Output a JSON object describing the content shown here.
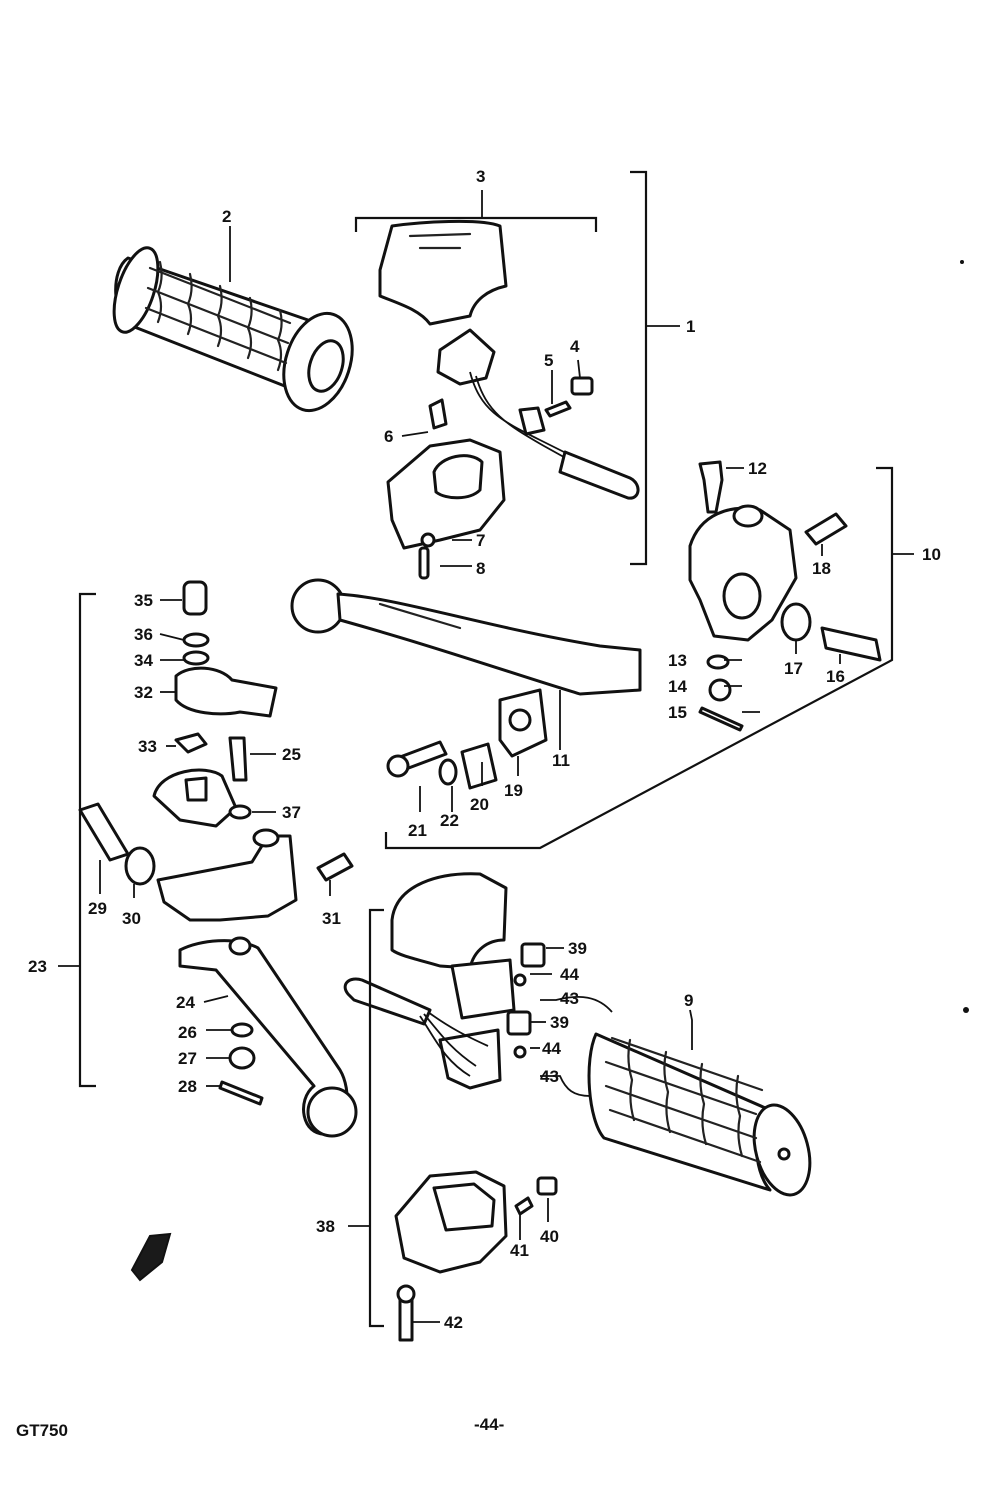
{
  "footer": {
    "model": "GT750",
    "page": "-44-"
  },
  "callouts": {
    "c1": "1",
    "c2": "2",
    "c3": "3",
    "c4": "4",
    "c5": "5",
    "c6": "6",
    "c7": "7",
    "c8": "8",
    "c9": "9",
    "c10": "10",
    "c11": "11",
    "c12": "12",
    "c13": "13",
    "c14": "14",
    "c15": "15",
    "c16": "16",
    "c17": "17",
    "c18": "18",
    "c19": "19",
    "c20": "20",
    "c21": "21",
    "c22": "22",
    "c23": "23",
    "c24": "24",
    "c25": "25",
    "c26": "26",
    "c27": "27",
    "c28": "28",
    "c29": "29",
    "c30": "30",
    "c31": "31",
    "c32": "32",
    "c33": "33",
    "c34": "34",
    "c35": "35",
    "c36": "36",
    "c37": "37",
    "c38": "38",
    "c39a": "39",
    "c39b": "39",
    "c40": "40",
    "c41": "41",
    "c42": "42",
    "c43a": "43",
    "c43b": "43",
    "c44a": "44",
    "c44b": "44"
  },
  "colors": {
    "ink": "#111111",
    "paper": "#ffffff"
  }
}
